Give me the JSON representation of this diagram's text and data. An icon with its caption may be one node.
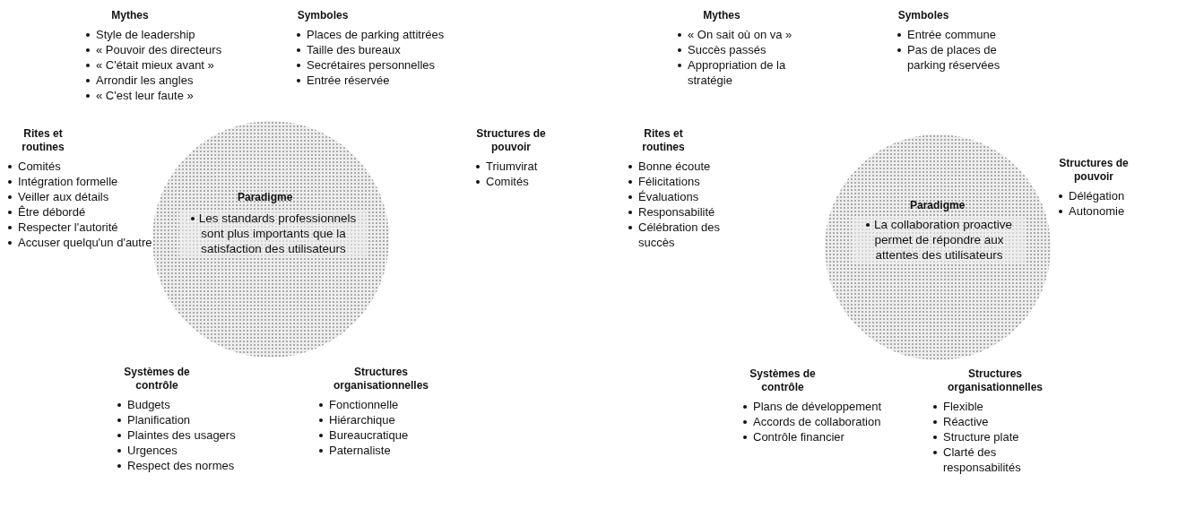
{
  "diagram": {
    "nodes": [
      {
        "text": [
          "Paradigme",
          "Les standards professionnels sont plus importants que la satisfaction des utilisateurs"
        ]
      },
      {
        "text": [
          "Paradigme",
          "La collaboration proactive permet de répondre aux attentes des utilisateurs"
        ]
      }
    ],
    "labels": [
      "Mythes",
      "Style de leadership",
      "« Pouvoir des directeurs",
      "« C'était mieux avant »",
      "Arrondir les angles",
      "« C'est leur faute »",
      "Symboles",
      "Places de parking attitrées",
      "Taille des bureaux",
      "Secrétaires personnelles",
      "Entrée réservée",
      "Rites et routines",
      "Comités",
      "Intégration formelle",
      "Veiller aux détails",
      "Être débordé",
      "Respecter l'autorité",
      "Accuser quelqu'un d'autre",
      "Structures de pouvoir",
      "Triumvirat",
      "Comités",
      "Systèmes de contrôle",
      "Budgets",
      "Planification",
      "Plaintes des usagers",
      "Urgences",
      "Respect des normes",
      "Structures organisationnelles",
      "Fonctionnelle",
      "Hiérarchique",
      "Bureaucratique",
      "Paternaliste",
      "Mythes",
      "« On sait où on va »",
      "Succès passés",
      "Appropriation de la stratégie",
      "Symboles",
      "Entrée commune",
      "Pas de places de parking réservées",
      "Rites et routines",
      "Bonne écoute",
      "Félicitations",
      "Évaluations",
      "Responsabilité",
      "Célébration des succès",
      "Structures de pouvoir",
      "Délégation",
      "Autonomie",
      "Systèmes de contrôle",
      "Plans de développement",
      "Accords de collaboration",
      "Contrôle financier",
      "Structures organisationnelles",
      "Flexible",
      "Réactive",
      "Structure plate",
      "Clarté des responsabilités"
    ]
  }
}
